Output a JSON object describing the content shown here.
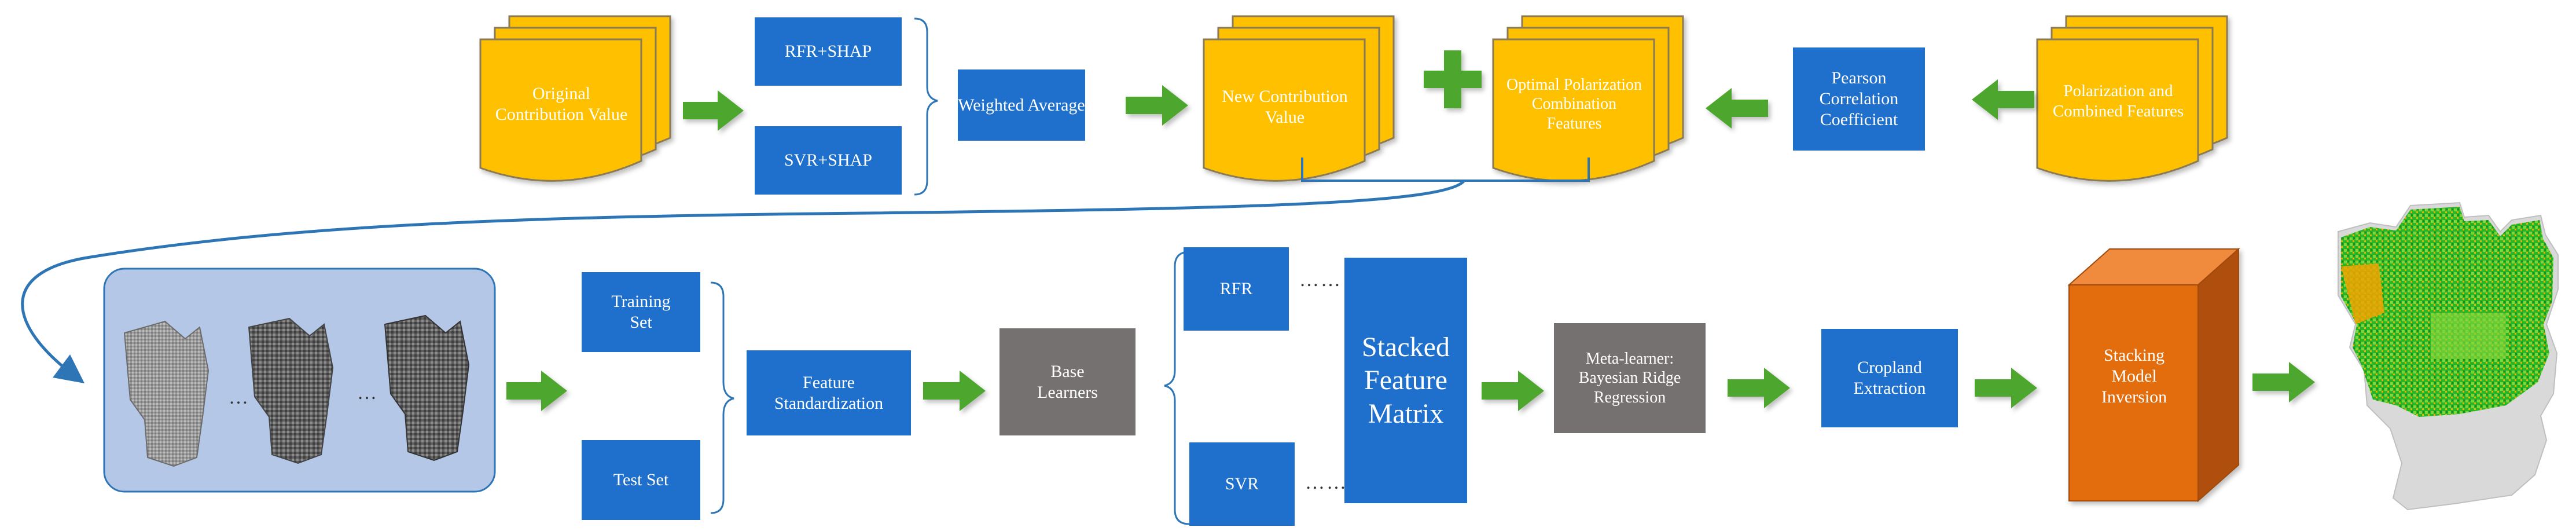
{
  "colors": {
    "doc_fill": "#ffc000",
    "doc_stroke": "#8a7a55",
    "blue_box": "#1f6fcc",
    "grey_box": "#767171",
    "arrow_green": "#4ea72e",
    "connector_blue": "#2e75b6",
    "panel_bg": "#b4c7e7",
    "cube_front": "#e36c0a",
    "cube_top": "#f08a3c",
    "cube_side": "#b0500a"
  },
  "top_row": {
    "original_contribution": "Original Contribution Value",
    "rfr_shap": "RFR+SHAP",
    "svr_shap": "SVR+SHAP",
    "weighted_average": "Weighted Average",
    "new_contribution": "New Contribution Value",
    "plus_icon": "plus-icon",
    "optimal_features": "Optimal Polarization Combination Features",
    "pearson": "Pearson Correlation Coefficient",
    "polarization_features": "Polarization and Combined Features"
  },
  "bottom_row": {
    "ellipsis_1": "…",
    "ellipsis_2": "…",
    "training_set": "Training Set",
    "test_set": "Test Set",
    "feature_standardization": "Feature Standardization",
    "base_learners": "Base Learners",
    "rfr": "RFR",
    "svr": "SVR",
    "dots_1": "……",
    "dots_2": "……",
    "stacked_matrix": "Stacked Feature Matrix",
    "meta_learner": "Meta-learner: Bayesian Ridge Regression",
    "cropland_extraction": "Cropland Extraction",
    "stacking_inversion": "Stacking Model Inversion"
  }
}
